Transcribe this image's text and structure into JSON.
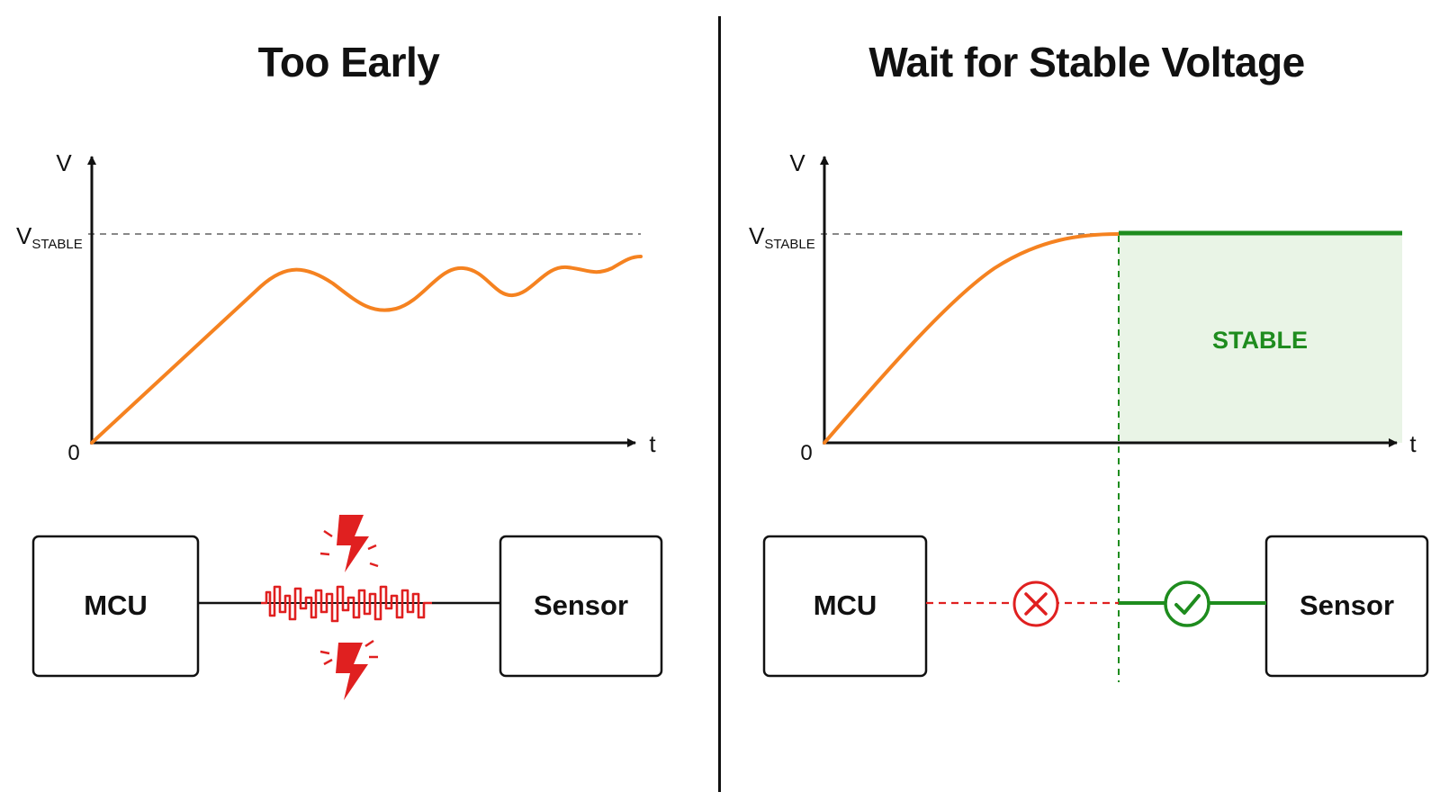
{
  "left_panel": {
    "title": "Too Early",
    "chart": {
      "y_axis_label": "V",
      "x_axis_label": "t",
      "origin_label": "0",
      "reference_label_main": "V",
      "reference_label_sub": "STABLE"
    },
    "mcu_label": "MCU",
    "sensor_label": "Sensor",
    "icons": [
      "lightning-bolt-icon",
      "noise-signal-icon"
    ]
  },
  "right_panel": {
    "title": "Wait for Stable Voltage",
    "chart": {
      "y_axis_label": "V",
      "x_axis_label": "t",
      "origin_label": "0",
      "reference_label_main": "V",
      "reference_label_sub": "STABLE",
      "region_label": "STABLE"
    },
    "mcu_label": "MCU",
    "sensor_label": "Sensor",
    "icons": [
      "error-x-icon",
      "check-icon"
    ]
  },
  "colors": {
    "curve": "#f58220",
    "stable_green": "#1e8c1e",
    "stable_fill": "#e9f4e6",
    "error_red": "#e02020",
    "reference_line": "#888888",
    "axis": "#111111"
  }
}
